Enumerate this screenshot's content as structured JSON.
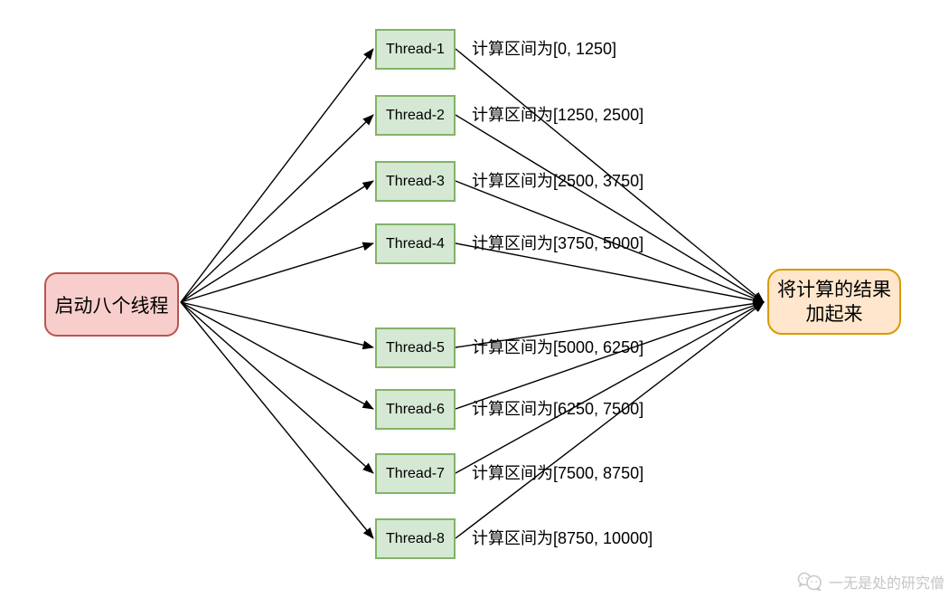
{
  "diagram": {
    "source": {
      "label": "启动八个线程"
    },
    "sink": {
      "line1": "将计算的结果",
      "line2": "加起来"
    },
    "threads": [
      {
        "name": "Thread-1",
        "interval": "计算区间为[0, 1250]"
      },
      {
        "name": "Thread-2",
        "interval": "计算区间为[1250, 2500]"
      },
      {
        "name": "Thread-3",
        "interval": "计算区间为[2500, 3750]"
      },
      {
        "name": "Thread-4",
        "interval": "计算区间为[3750, 5000]"
      },
      {
        "name": "Thread-5",
        "interval": "计算区间为[5000, 6250]"
      },
      {
        "name": "Thread-6",
        "interval": "计算区间为[6250, 7500]"
      },
      {
        "name": "Thread-7",
        "interval": "计算区间为[7500, 8750]"
      },
      {
        "name": "Thread-8",
        "interval": "计算区间为[8750, 10000]"
      }
    ],
    "colors": {
      "source_fill": "#f8cecc",
      "source_border": "#b85450",
      "thread_fill": "#d5e8d4",
      "thread_border": "#82b366",
      "sink_fill": "#ffe6cc",
      "sink_border": "#d79b00",
      "arrow": "#000000",
      "watermark": "#c5c5c5"
    },
    "watermark": {
      "text": "一无是处的研究僧",
      "icon": "chat-bubbles-icon"
    }
  }
}
